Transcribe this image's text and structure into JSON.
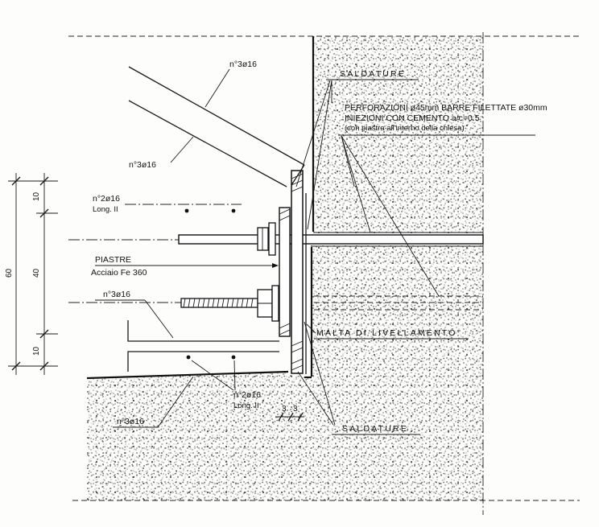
{
  "labels": {
    "bars_top": "n°3ø16",
    "saldature_top": "SALDATURE",
    "perforazioni": "PERFORAZIONI ø45mm BARRE FILETTATE ø30mm",
    "iniezioni": "INIEZIONI CON CEMENTO a/c=0.5",
    "con_piastra": "(con piastra all'interno della chiesa)",
    "bars_upper": "n°3ø16",
    "bars_long_upper": "n°2ø16",
    "long_upper": "Long. II",
    "piastre": "PIASTRE",
    "acciaio": "Acciaio Fe 360",
    "bars_lower": "n°3ø16",
    "malta": "MALTA DI LIVELLAMENTO",
    "bars_long_lower": "n°2ø16",
    "long_lower": "Long. II",
    "dim_3a": "3",
    "dim_3b": "3",
    "saldature_bottom": "SALDATURE",
    "bars_bottom": "n°3ø16"
  },
  "dimensions": {
    "top": "10",
    "middle": "40",
    "total": "60",
    "bottom": "10"
  }
}
